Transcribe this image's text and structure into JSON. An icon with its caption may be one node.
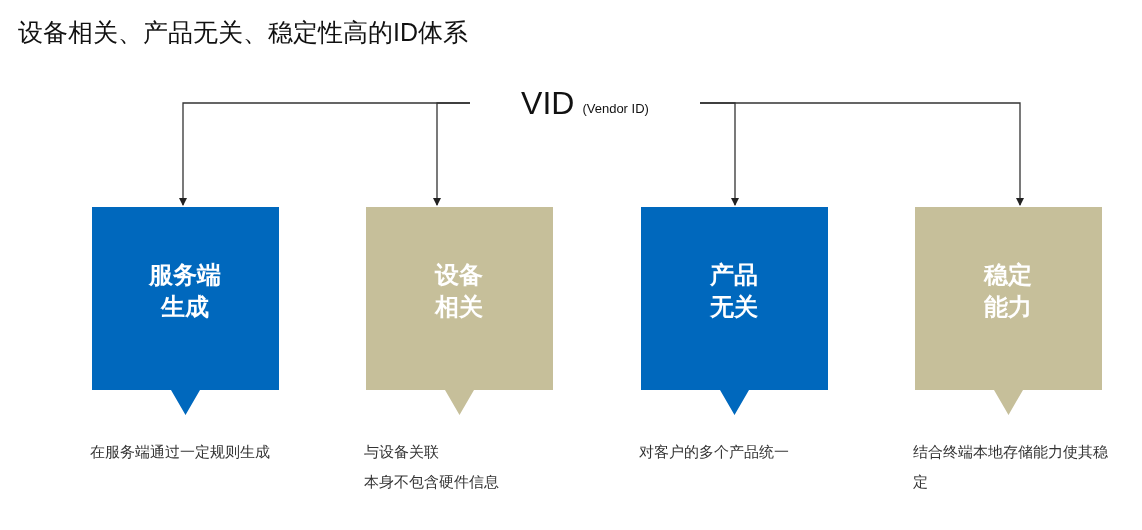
{
  "diagram": {
    "title": "设备相关、产品无关、稳定性高的ID体系",
    "nodes": [
      {
        "text": [
          "VID",
          "(Vendor ID)"
        ]
      },
      {
        "text": [
          "服务端生成"
        ],
        "beside": [
          "在服务端通过一定规则生成"
        ]
      },
      {
        "text": [
          "设备相关"
        ],
        "beside": [
          "与设备关联",
          "本身不包含硬件信息"
        ]
      },
      {
        "text": [
          "产品无关"
        ],
        "beside": [
          "对客户的多个产品统一"
        ]
      },
      {
        "text": [
          "稳定能力"
        ],
        "beside": [
          "结合终端本地存储能力使其稳定"
        ]
      }
    ],
    "edges": [
      {
        "from": 0,
        "to": 1,
        "arrow": "to"
      },
      {
        "from": 0,
        "to": 2,
        "arrow": "to"
      },
      {
        "from": 0,
        "to": 3,
        "arrow": "to"
      },
      {
        "from": 0,
        "to": 4,
        "arrow": "to"
      }
    ]
  }
}
